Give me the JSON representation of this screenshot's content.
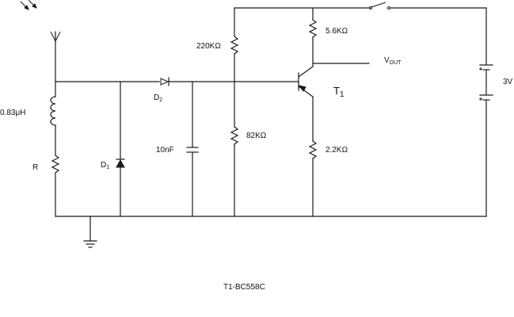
{
  "labels": {
    "inductor": "0.83μH",
    "resistor_r": "R",
    "diode1_main": "D",
    "diode1_sub": "1",
    "diode2_main": "D",
    "diode2_sub": "2",
    "capacitor": "10nF",
    "resistor_top": "220KΩ",
    "resistor_bottom": "82KΩ",
    "resistor_collector": "5.6KΩ",
    "resistor_emitter": "2.2KΩ",
    "output_main": "V",
    "output_sub": "OUT",
    "transistor_main": "T",
    "transistor_sub": "1",
    "battery": "3V",
    "part_note": "T1-BC558C"
  },
  "colors": {
    "ink": "#1a1a1a",
    "background": "#ffffff"
  },
  "icons": {
    "light_rays": "light-rays-icon",
    "antenna": "antenna-icon",
    "ground": "ground-icon",
    "switch": "switch-icon"
  }
}
